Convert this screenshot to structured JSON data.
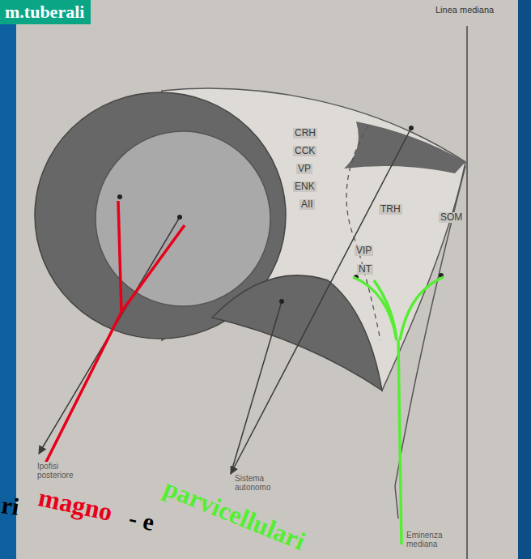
{
  "diagram": {
    "title": "m.tuberali",
    "labels": [
      "Linea mediana",
      "CRH",
      "CCK",
      "VP",
      "ENK",
      "AII",
      "TRH",
      "SOM",
      "VIP",
      "NT",
      "Ipofisi posteriore",
      "Sistema autonomo",
      "Eminenza mediana",
      "ri",
      "magno",
      "- e",
      "parvicellulari"
    ]
  }
}
